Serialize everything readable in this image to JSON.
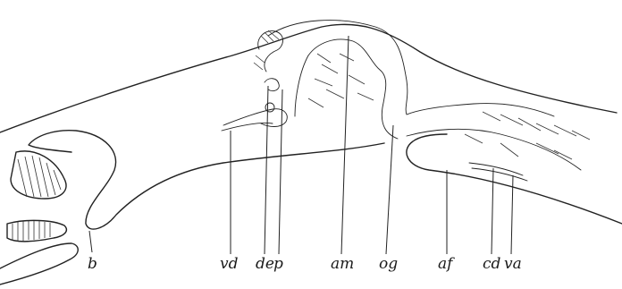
{
  "figure": {
    "labels": {
      "b": "b",
      "vd": "vd",
      "de": "de",
      "p": "p",
      "am": "am",
      "og": "og",
      "af": "af",
      "cd": "cd",
      "va": "va"
    }
  }
}
